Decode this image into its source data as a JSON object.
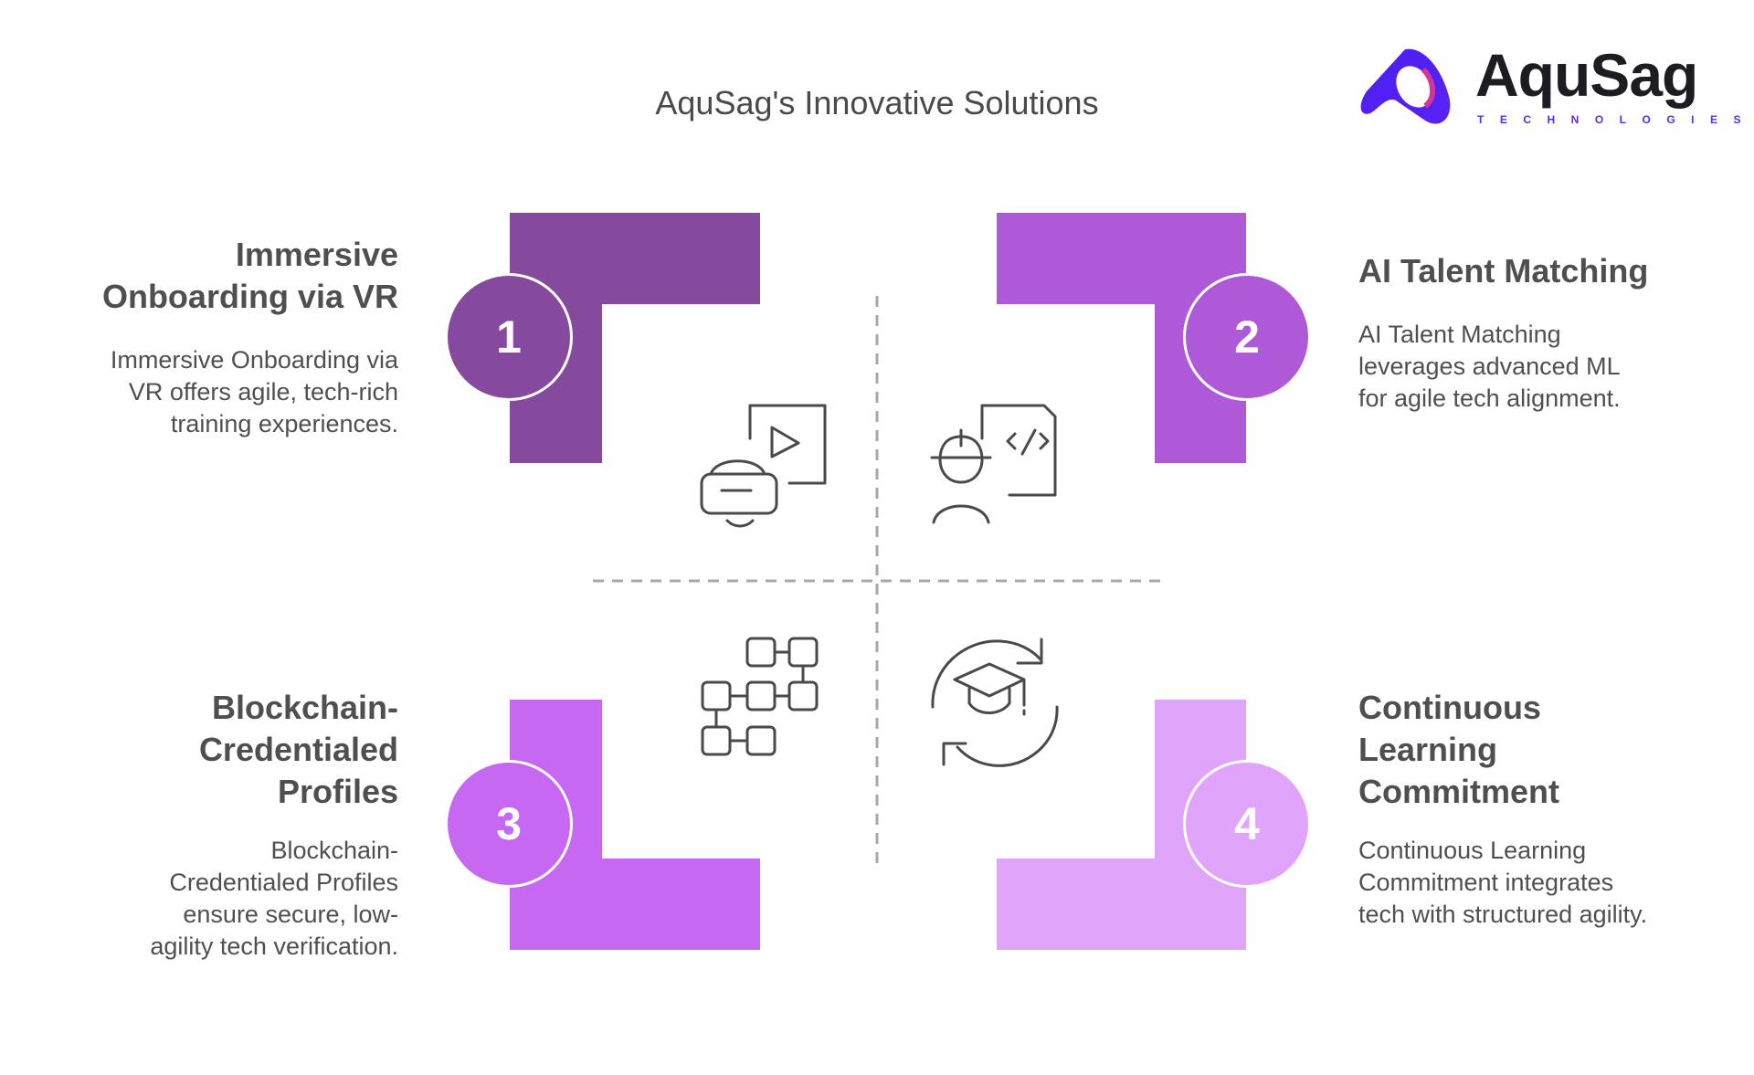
{
  "title": "AquSag's Innovative Solutions",
  "logo": {
    "name": "AquSag",
    "tagline": "TECHNOLOGIES",
    "colors": [
      "#4b1ff0",
      "#d4359c"
    ]
  },
  "items": [
    {
      "number": "1",
      "title": "Immersive Onboarding via VR",
      "title_lines": [
        "Immersive",
        "Onboarding via VR"
      ],
      "body": "Immersive Onboarding via VR offers agile, tech-rich training experiences.",
      "color": "#85499e",
      "icon": "vr-headset-video-icon"
    },
    {
      "number": "2",
      "title": "AI Talent Matching",
      "title_lines": [
        "AI Talent Matching"
      ],
      "body": "AI Talent Matching leverages advanced ML for agile tech alignment.",
      "color": "#ae59d8",
      "icon": "developer-code-icon"
    },
    {
      "number": "3",
      "title": "Blockchain-Credentialed Profiles",
      "title_lines": [
        "Blockchain-",
        "Credentialed",
        "Profiles"
      ],
      "body": "Blockchain-Credentialed Profiles ensure secure, low-agility tech verification.",
      "color": "#c668f2",
      "icon": "blockchain-blocks-icon"
    },
    {
      "number": "4",
      "title": "Continuous Learning Commitment",
      "title_lines": [
        "Continuous",
        "Learning",
        "Commitment"
      ],
      "body": "Continuous Learning Commitment integrates tech with structured agility.",
      "color": "#e0a4fa",
      "icon": "graduation-cycle-icon"
    }
  ]
}
